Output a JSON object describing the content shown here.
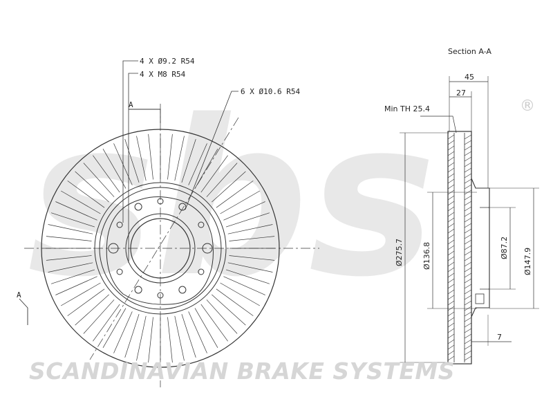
{
  "watermark": {
    "logo": "sbs",
    "registered": "®",
    "brand": "SCANDINAVIAN BRAKE SYSTEMS"
  },
  "front_view": {
    "hole_label_1": "4  X  Ø9.2   R54",
    "hole_label_2": "4  X  M8    R54",
    "hole_label_3": "6  X  Ø10.6   R54",
    "section_marker_top": "A",
    "section_marker_left": "A"
  },
  "section_view": {
    "title": "Section A-A",
    "width_total": "45",
    "width_hat": "27",
    "min_thickness": "Min TH 25.4",
    "dia_outer": "Ø275.7",
    "dia_center": "Ø136.8",
    "dia_bore": "Ø87.2",
    "dia_hat": "Ø147.9",
    "offset_small": "7"
  },
  "colors": {
    "line": "#333333",
    "watermark": "#e3e3e3"
  }
}
